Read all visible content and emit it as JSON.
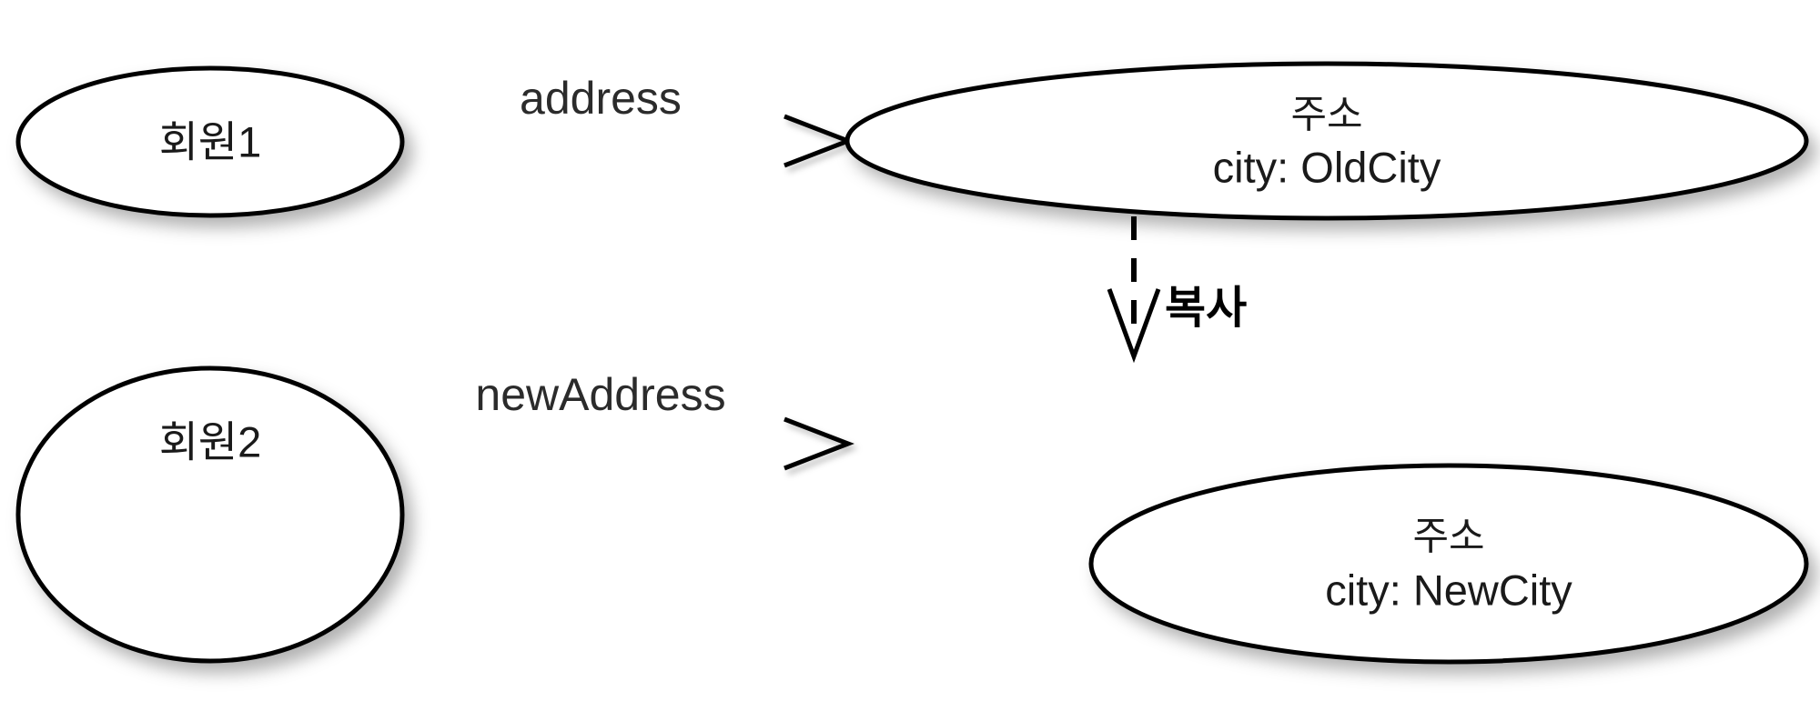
{
  "diagram": {
    "title": "Object reference copy diagram",
    "background_color": "#ffffff",
    "stroke_color": "#000000",
    "text_color": "#1a1a1a",
    "nodes": [
      {
        "id": "member1",
        "shape": "ellipse",
        "line1": "회원1",
        "line2": ""
      },
      {
        "id": "old-address",
        "shape": "ellipse",
        "line1": "주소",
        "line2": "city: OldCity"
      },
      {
        "id": "member2",
        "shape": "ellipse",
        "line1": "회원2",
        "line2": ""
      },
      {
        "id": "new-address",
        "shape": "ellipse",
        "line1": "주소",
        "line2": "city: NewCity"
      }
    ],
    "edges": [
      {
        "id": "address-edge",
        "label": "address",
        "from": "member1",
        "to": "old-address",
        "style": "solid",
        "arrow": "open"
      },
      {
        "id": "copy-edge",
        "label": "복사",
        "from": "old-address",
        "to": "new-address",
        "style": "dashed",
        "arrow": "open",
        "bold": true
      },
      {
        "id": "new-address-edge",
        "label": "newAddress",
        "from": "member2",
        "to": "new-address",
        "style": "solid",
        "arrow": "open"
      }
    ]
  }
}
